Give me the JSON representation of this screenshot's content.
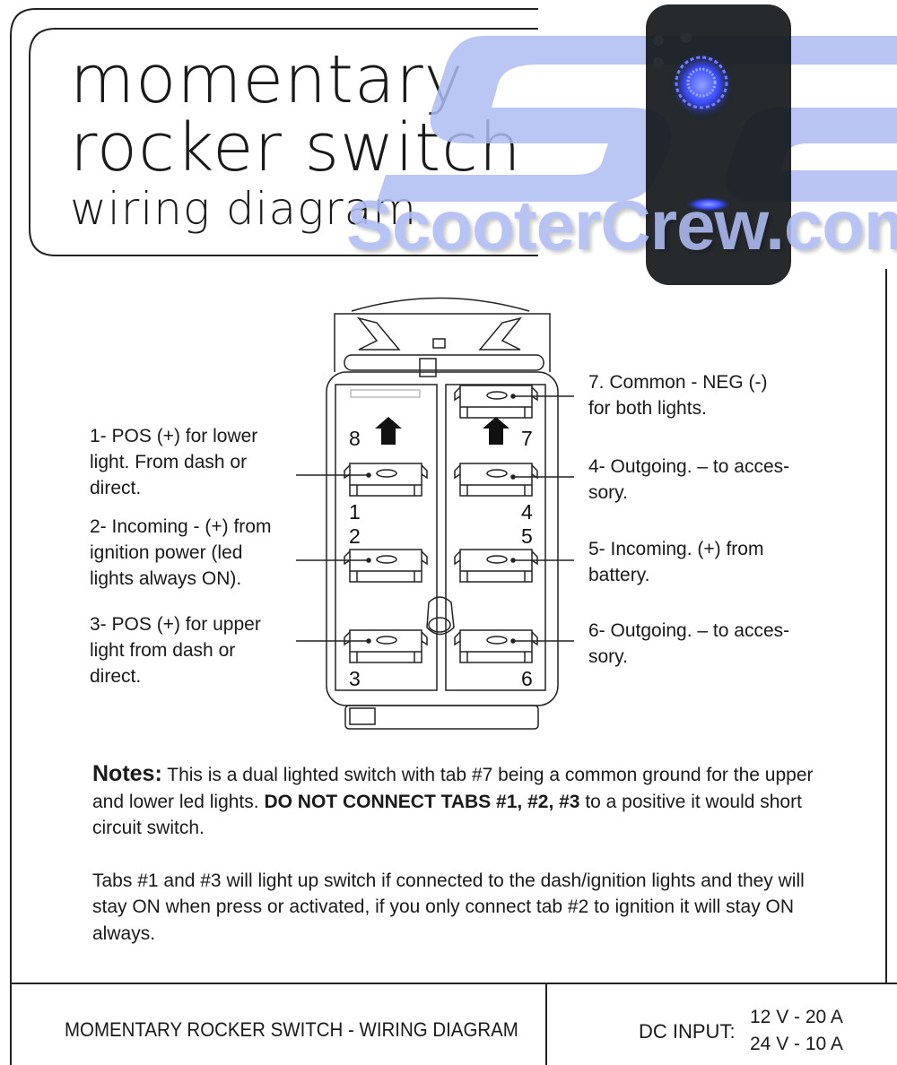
{
  "title": {
    "line1": "momentary",
    "line2": "rocker switch",
    "line3": "wiring diagram"
  },
  "logo": {
    "text": "ScooterCrew.com",
    "monogram": "SC",
    "color": "#aebcf2"
  },
  "switch_photo": {
    "body_color": "#161a1c",
    "glow_color": "#3a4cff"
  },
  "pins": {
    "p8": "8",
    "p7": "7",
    "p1": "1",
    "p4": "4",
    "p2": "2",
    "p5": "5",
    "p3": "3",
    "p6": "6"
  },
  "labels": {
    "left": [
      [
        "1- POS (+) for lower",
        "light. From dash or",
        "direct."
      ],
      [
        "2- Incoming - (+) from",
        "ignition power (led",
        "lights always ON)."
      ],
      [
        "3- POS (+) for upper",
        "light from dash or",
        "direct."
      ]
    ],
    "right": [
      [
        "7. Common - NEG (-)",
        "for both lights."
      ],
      [
        "4- Outgoing. – to acces-",
        "sory."
      ],
      [
        "5- Incoming. (+) from",
        "battery."
      ],
      [
        "6- Outgoing. – to acces-",
        "sory."
      ]
    ]
  },
  "notes": {
    "heading": "Notes:",
    "p1a": " This is a dual lighted switch with tab #7 being a common ground for the upper and lower led lights. ",
    "p1b": "DO NOT CONNECT TABS #1, #2, #3",
    "p1c": " to a positive it would short circuit switch.",
    "p2": "Tabs #1 and #3 will light up switch if connected to the dash/ignition lights and they will stay ON when press or activated, if you only connect tab #2 to ignition it will stay ON always."
  },
  "footer": {
    "left": "MOMENTARY ROCKER SWITCH - WIRING DIAGRAM",
    "dc_label": "DC INPUT:",
    "spec1": "12 V - 20 A",
    "spec2": "24 V - 10 A"
  }
}
